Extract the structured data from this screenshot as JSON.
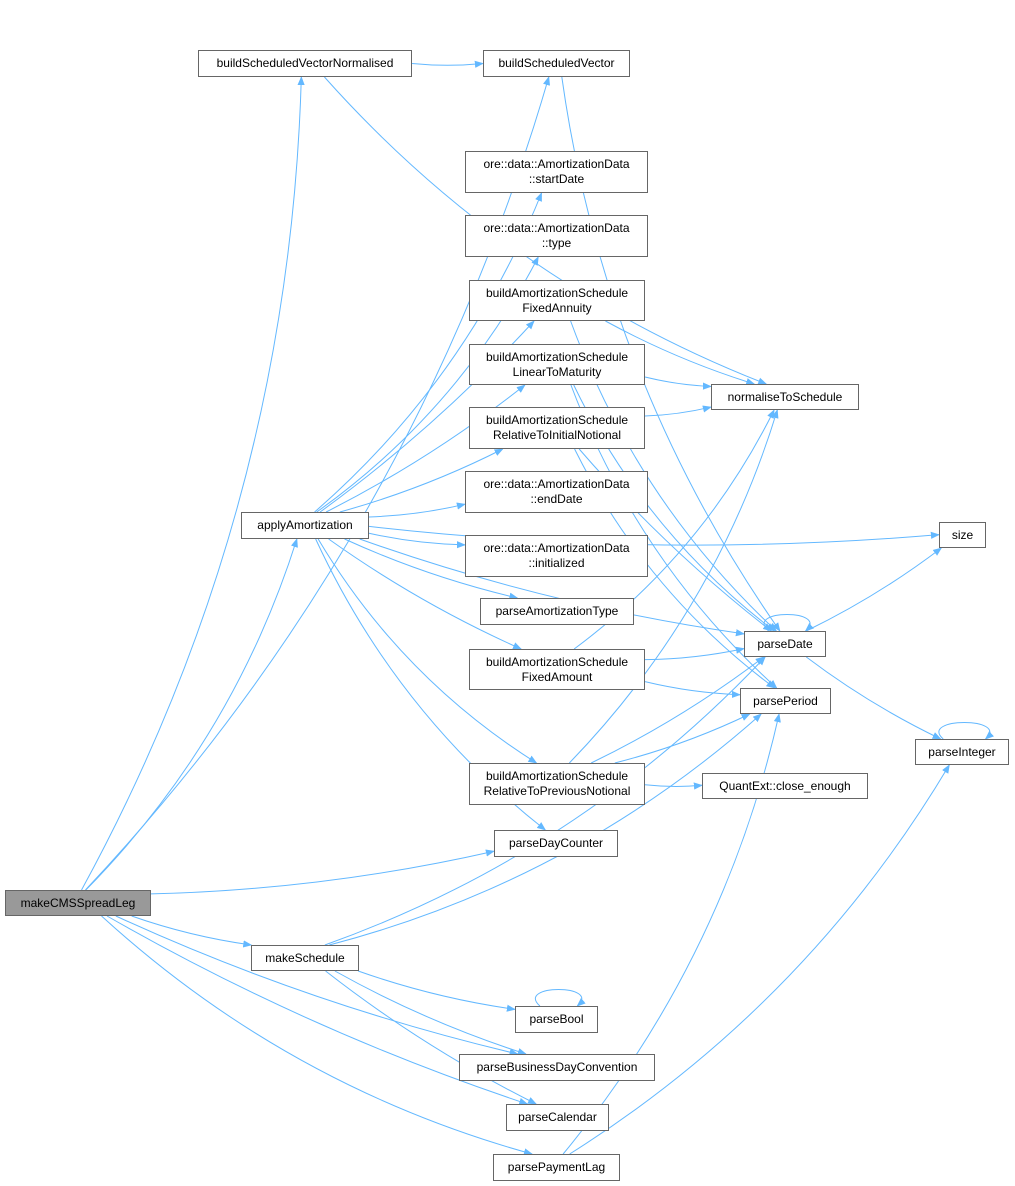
{
  "graph": {
    "nodes": {
      "makeCMSSpreadLeg": {
        "lines": [
          "makeCMSSpreadLeg"
        ],
        "root": true
      },
      "buildScheduledVectorNormalised": {
        "lines": [
          "buildScheduledVectorNormalised"
        ]
      },
      "buildScheduledVector": {
        "lines": [
          "buildScheduledVector"
        ]
      },
      "startDate": {
        "lines": [
          "ore::data::AmortizationData",
          "::startDate"
        ]
      },
      "type": {
        "lines": [
          "ore::data::AmortizationData",
          "::type"
        ]
      },
      "fixedAnnuity": {
        "lines": [
          "buildAmortizationSchedule",
          "FixedAnnuity"
        ]
      },
      "linearToMaturity": {
        "lines": [
          "buildAmortizationSchedule",
          "LinearToMaturity"
        ]
      },
      "relInitial": {
        "lines": [
          "buildAmortizationSchedule",
          "RelativeToInitialNotional"
        ]
      },
      "endDate": {
        "lines": [
          "ore::data::AmortizationData",
          "::endDate"
        ]
      },
      "initialized": {
        "lines": [
          "ore::data::AmortizationData",
          "::initialized"
        ]
      },
      "parseAmortizationType": {
        "lines": [
          "parseAmortizationType"
        ]
      },
      "fixedAmount": {
        "lines": [
          "buildAmortizationSchedule",
          "FixedAmount"
        ]
      },
      "relPrevious": {
        "lines": [
          "buildAmortizationSchedule",
          "RelativeToPreviousNotional"
        ]
      },
      "parseDayCounter": {
        "lines": [
          "parseDayCounter"
        ]
      },
      "applyAmortization": {
        "lines": [
          "applyAmortization"
        ]
      },
      "normaliseToSchedule": {
        "lines": [
          "normaliseToSchedule"
        ]
      },
      "size": {
        "lines": [
          "size"
        ]
      },
      "parseDate": {
        "lines": [
          "parseDate"
        ]
      },
      "parsePeriod": {
        "lines": [
          "parsePeriod"
        ]
      },
      "closeEnough": {
        "lines": [
          "QuantExt::close_enough"
        ]
      },
      "parseInteger": {
        "lines": [
          "parseInteger"
        ]
      },
      "makeSchedule": {
        "lines": [
          "makeSchedule"
        ]
      },
      "parseBool": {
        "lines": [
          "parseBool"
        ]
      },
      "parseBusinessDayConvention": {
        "lines": [
          "parseBusinessDayConvention"
        ]
      },
      "parseCalendar": {
        "lines": [
          "parseCalendar"
        ]
      },
      "parsePaymentLag": {
        "lines": [
          "parsePaymentLag"
        ]
      }
    },
    "edges": [
      [
        "makeCMSSpreadLeg",
        "buildScheduledVectorNormalised"
      ],
      [
        "makeCMSSpreadLeg",
        "buildScheduledVector"
      ],
      [
        "makeCMSSpreadLeg",
        "applyAmortization"
      ],
      [
        "makeCMSSpreadLeg",
        "parseDayCounter"
      ],
      [
        "makeCMSSpreadLeg",
        "makeSchedule"
      ],
      [
        "makeCMSSpreadLeg",
        "parseBusinessDayConvention"
      ],
      [
        "makeCMSSpreadLeg",
        "parseCalendar"
      ],
      [
        "makeCMSSpreadLeg",
        "parsePaymentLag"
      ],
      [
        "buildScheduledVectorNormalised",
        "buildScheduledVector"
      ],
      [
        "buildScheduledVectorNormalised",
        "normaliseToSchedule"
      ],
      [
        "buildScheduledVector",
        "parseDate"
      ],
      [
        "applyAmortization",
        "startDate"
      ],
      [
        "applyAmortization",
        "type"
      ],
      [
        "applyAmortization",
        "fixedAnnuity"
      ],
      [
        "applyAmortization",
        "linearToMaturity"
      ],
      [
        "applyAmortization",
        "relInitial"
      ],
      [
        "applyAmortization",
        "endDate"
      ],
      [
        "applyAmortization",
        "initialized"
      ],
      [
        "applyAmortization",
        "parseAmortizationType"
      ],
      [
        "applyAmortization",
        "fixedAmount"
      ],
      [
        "applyAmortization",
        "relPrevious"
      ],
      [
        "applyAmortization",
        "parseDayCounter"
      ],
      [
        "applyAmortization",
        "parseDate"
      ],
      [
        "applyAmortization",
        "size"
      ],
      [
        "fixedAnnuity",
        "normaliseToSchedule"
      ],
      [
        "fixedAnnuity",
        "parseDate"
      ],
      [
        "linearToMaturity",
        "normaliseToSchedule"
      ],
      [
        "linearToMaturity",
        "parseDate"
      ],
      [
        "linearToMaturity",
        "parsePeriod"
      ],
      [
        "relInitial",
        "normaliseToSchedule"
      ],
      [
        "relInitial",
        "parseDate"
      ],
      [
        "relInitial",
        "parsePeriod"
      ],
      [
        "fixedAmount",
        "normaliseToSchedule"
      ],
      [
        "fixedAmount",
        "parseDate"
      ],
      [
        "fixedAmount",
        "parsePeriod"
      ],
      [
        "relPrevious",
        "closeEnough"
      ],
      [
        "relPrevious",
        "normaliseToSchedule"
      ],
      [
        "relPrevious",
        "parseDate"
      ],
      [
        "relPrevious",
        "parsePeriod"
      ],
      [
        "parseDate",
        "parseDate"
      ],
      [
        "parseDate",
        "size"
      ],
      [
        "parseDate",
        "parseInteger"
      ],
      [
        "parseInteger",
        "parseInteger"
      ],
      [
        "makeSchedule",
        "parseDate"
      ],
      [
        "makeSchedule",
        "parsePeriod"
      ],
      [
        "makeSchedule",
        "parseBool"
      ],
      [
        "makeSchedule",
        "parseBusinessDayConvention"
      ],
      [
        "makeSchedule",
        "parseCalendar"
      ],
      [
        "parseBool",
        "parseBool"
      ],
      [
        "parsePaymentLag",
        "parseInteger"
      ],
      [
        "parsePaymentLag",
        "parsePeriod"
      ]
    ],
    "colors": {
      "edge": "#63b8ff",
      "root_fill": "#999999",
      "node_border": "#666666"
    }
  }
}
